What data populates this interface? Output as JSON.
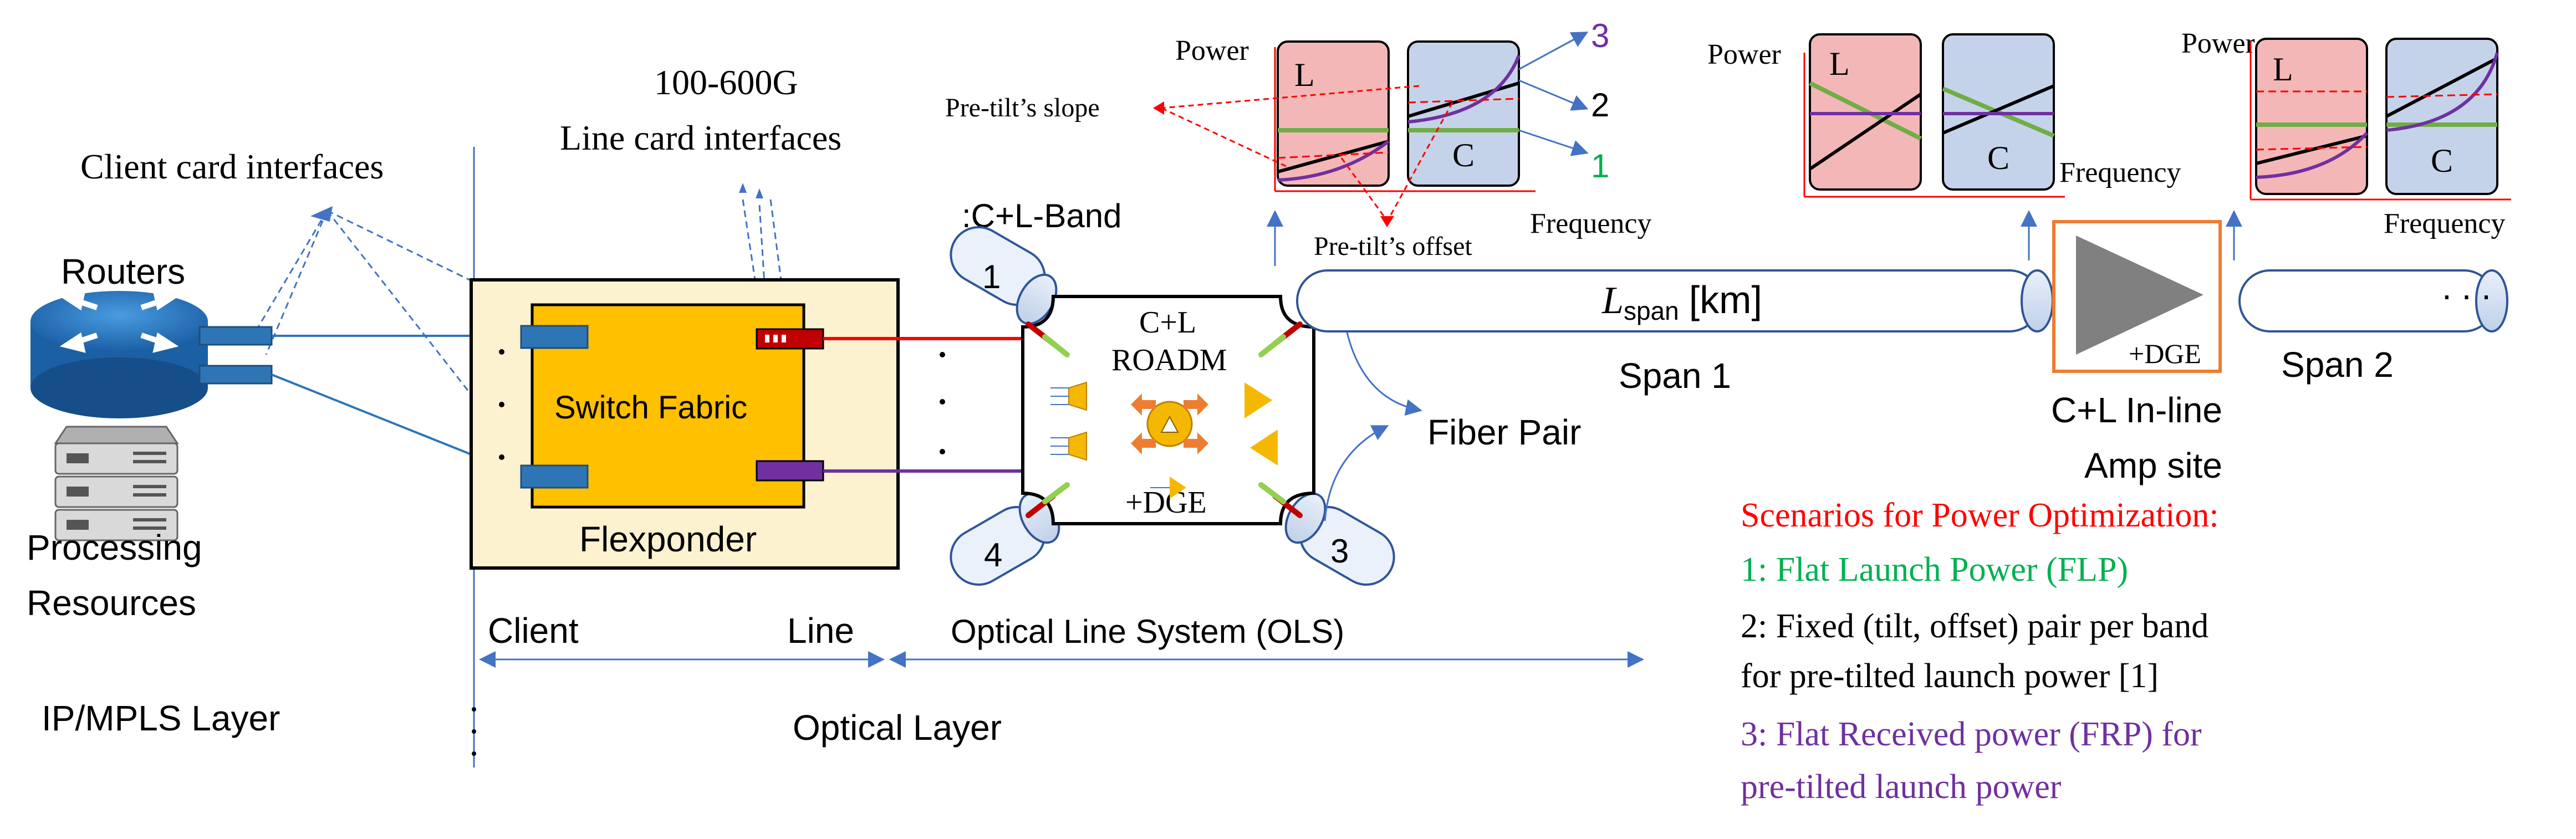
{
  "labels": {
    "client_card_interfaces": "Client card interfaces",
    "routers": "Routers",
    "processing_resources_1": "Processing",
    "processing_resources_2": "Resources",
    "ip_mpls_layer": "IP/MPLS Layer",
    "line_card_interfaces_1": "100-600G",
    "line_card_interfaces_2": "Line card interfaces",
    "switch_fabric": "Switch Fabric",
    "flexponder": "Flexponder",
    "client": "Client",
    "line": "Line",
    "optical_layer": "Optical Layer",
    "ols": "Optical Line System (OLS)",
    "cl_band": ":C+L-Band",
    "roadm_1": "C+L",
    "roadm_2": "ROADM",
    "dge": "+DGE",
    "degree_1": "1",
    "degree_2": "2",
    "degree_3": "3",
    "degree_4": "4",
    "fiber_pair": "Fiber Pair",
    "l_span": "L",
    "l_span_sub": "span",
    "l_span_unit": "[km]",
    "span_1": "Span 1",
    "span_2": "Span 2",
    "amp_dge": "+DGE",
    "inline_amp_1": "C+L In-line",
    "inline_amp_2": "Amp site",
    "pretilt_slope": "Pre-tilt’s slope",
    "pretilt_offset": "Pre-tilt’s offset",
    "dots": ". . .",
    "dots_vertical": ":"
  },
  "spectra": [
    {
      "power_label": "Power",
      "frequency_label": "Frequency",
      "band_l": "L",
      "band_c": "C",
      "curve_labels": [
        "3",
        "2",
        "1"
      ]
    },
    {
      "power_label": "Power",
      "frequency_label": "Frequency",
      "band_l": "L",
      "band_c": "C"
    },
    {
      "power_label": "Power",
      "frequency_label": "Frequency",
      "band_l": "L",
      "band_c": "C"
    }
  ],
  "scenarios": {
    "title": "Scenarios for Power Optimization:",
    "s1": "1: Flat Launch Power (FLP)",
    "s2_line1": "2: Fixed (tilt, offset) pair per band",
    "s2_line2": "for pre-tilted launch power [1]",
    "s3_line1": "3: Flat Received power (FRP) for",
    "s3_line2": "pre-tilted launch power"
  },
  "colors": {
    "arrow_blue": "#4472c4",
    "switch_fabric": "#ffc000",
    "flexponder_bg": "#fdf2d0",
    "l_band_bg": "#f4b7b7",
    "c_band_bg": "#c5d3ea",
    "amp_orange": "#ed7d31",
    "scenario_red": "#ff0000",
    "scenario_green": "#00b050",
    "scenario_purple": "#7030a0",
    "curve_purple": "#7030a0",
    "curve_green": "#70ad47"
  }
}
